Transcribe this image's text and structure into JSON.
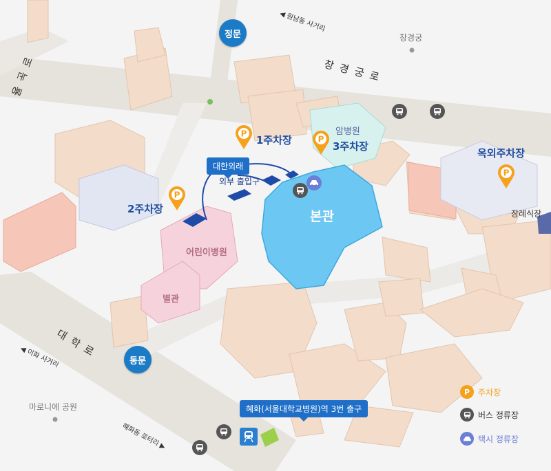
{
  "roads": {
    "changgyeonggung_ro": "창 경 궁 로",
    "daehak_ro": "대 학 로",
    "yulgok_ro": "율 곡 로",
    "wonnam_intersection": "원남동 사거리",
    "ihwa_intersection": "이화 사거리",
    "hyehwa_rotary": "혜화동 로터리"
  },
  "places": {
    "changgyeonggung": "창경궁",
    "maronnier_park": "마로니에 공원"
  },
  "gates": {
    "main_gate": "정문",
    "east_gate": "동문"
  },
  "buildings": {
    "main_building": "본관",
    "childrens_hospital": "어린이병원",
    "annex": "별관",
    "cancer_hospital": "암병원",
    "funeral_hall": "장례식장",
    "external_entrance": "외부 출입구",
    "outpatient": "대한외래"
  },
  "parking": {
    "lot1": "1주차장",
    "lot2": "2주차장",
    "lot3": "3주차장",
    "outdoor": "옥외주차장"
  },
  "subway": {
    "label": "혜화(서울대학교병원)역 3번 출구"
  },
  "legend": {
    "parking_label": "주차장",
    "bus_label": "버스 정류장",
    "taxi_label": "택시 정류장"
  },
  "icons": {
    "parking": "P",
    "colors": {
      "parking": "#f5a11c",
      "bus": "#555555",
      "taxi": "#6b7fd6",
      "gate": "#1c7bc6",
      "main_building": "#6cc7f2",
      "childrens_hospital": "#f6d3dc",
      "cancer_hospital": "#d7f2ee"
    }
  }
}
